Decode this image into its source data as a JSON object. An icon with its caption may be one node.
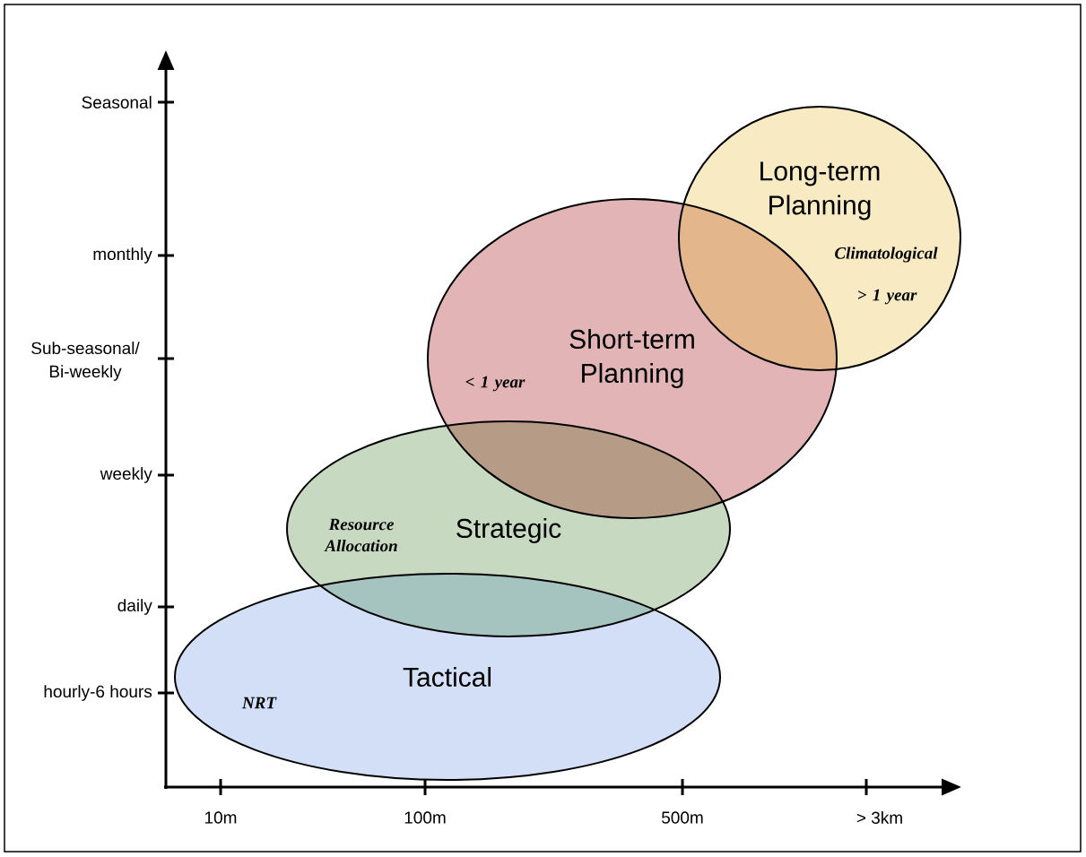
{
  "diagram": {
    "nodes": [
      {
        "text": [
          "Long-term Planning",
          "Climatological",
          "> 1 year"
        ]
      },
      {
        "text": [
          "< 1 year",
          "Short-term Planning"
        ]
      },
      {
        "text": [
          "Resource Allocation",
          "Strategic"
        ]
      },
      {
        "text": [
          "Tactical",
          "NRT"
        ]
      }
    ],
    "labels": [
      "Seasonal",
      "monthly",
      "Sub-seasonal/ Bi-weekly",
      "weekly",
      "daily",
      "hourly-6 hours",
      "10m",
      "100m",
      "500m",
      "> 3km"
    ]
  }
}
